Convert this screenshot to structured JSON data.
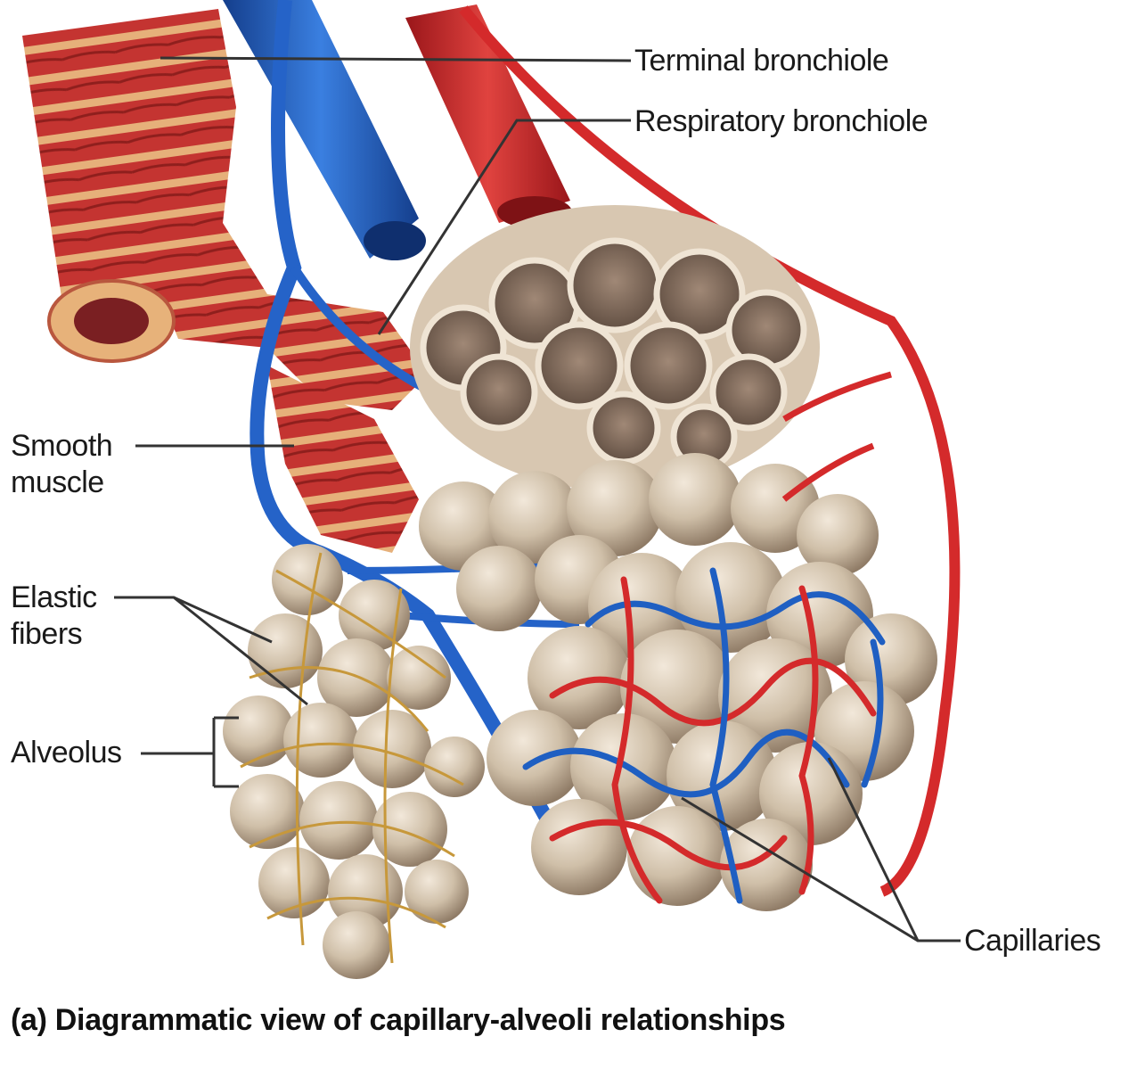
{
  "labels": {
    "terminal_bronchiole": "Terminal bronchiole",
    "respiratory_bronchiole": "Respiratory  bronchiole",
    "smooth_muscle_1": "Smooth",
    "smooth_muscle_2": "muscle",
    "elastic_fibers_1": "Elastic",
    "elastic_fibers_2": "fibers",
    "alveolus": "Alveolus",
    "capillaries": "Capillaries"
  },
  "caption": "(a) Diagrammatic view of capillary-alveoli relationships",
  "colors": {
    "artery": "#d9262b",
    "vein": "#1f5fc2",
    "muscle": "#c8352f",
    "muscle_band": "#e7b27a",
    "alveolus_tan": "#cdb99a",
    "alveolus_cut": "#8e7968",
    "elastic_fiber": "#c7983b",
    "leader_line": "#333333"
  },
  "icons": [
    "terminal-bronchiole-tube",
    "pulmonary-vein",
    "pulmonary-artery",
    "alveolar-sac",
    "capillary-network"
  ]
}
